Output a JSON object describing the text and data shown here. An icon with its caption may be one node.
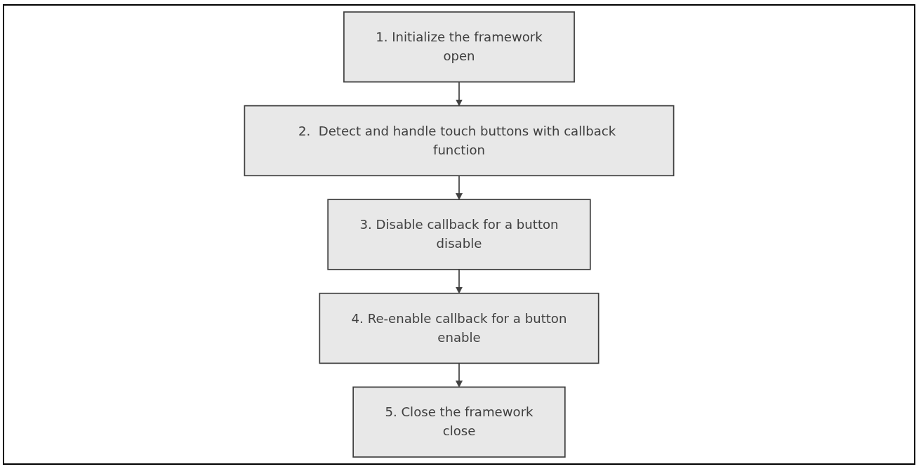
{
  "diagram": {
    "nodes": [
      {
        "text": [
          "1.  Initialize the framework",
          "open"
        ]
      },
      {
        "text": [
          "2.  Detect and handle touch buttons with callback function"
        ]
      },
      {
        "text": [
          "3.  Disable callback for a button",
          "disable"
        ]
      },
      {
        "text": [
          "4.  Re-enable callback for a button",
          "enable"
        ]
      },
      {
        "text": [
          "5.  Close the framework",
          "close"
        ]
      }
    ],
    "edges": [
      {
        "from": 0,
        "to": 1,
        "arrow": "to"
      },
      {
        "from": 1,
        "to": 2,
        "arrow": "to"
      },
      {
        "from": 2,
        "to": 3,
        "arrow": "to"
      },
      {
        "from": 3,
        "to": 4,
        "arrow": "to"
      }
    ]
  }
}
